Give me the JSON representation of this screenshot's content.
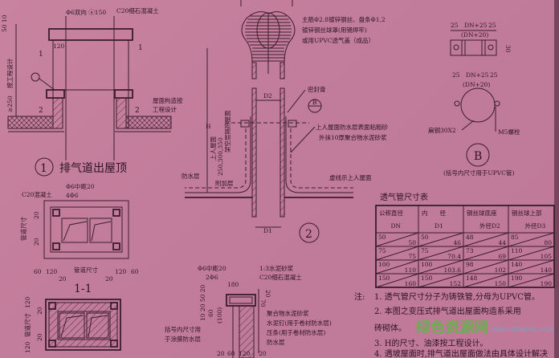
{
  "detail1": {
    "rebar_label": "Φ6双向 ⓐ150",
    "concrete_label": "C20细石混凝土",
    "roof_note_1": "屋面构造按",
    "roof_note_2": "工程设计",
    "dim_120": "120",
    "dim_top": "50 10",
    "dim_height": "按工程设计",
    "dim_250": "≥250",
    "dim_60": "60",
    "section_mark_1": "1",
    "section_mark_2": "2",
    "title_number": "1",
    "title": "排气道出屋顶"
  },
  "section_1_1": {
    "concrete_label": "C20混凝土",
    "stirrup_label": "Φ6中距20",
    "rebar_label": "4Φ6",
    "pipe_size": "管道尺寸",
    "dims_bottom": [
      "60",
      "120",
      "20",
      "20",
      "120",
      "60"
    ],
    "dim_20": "20",
    "title": "1-1"
  },
  "section_2_2": {
    "pipe_size": "管道尺寸",
    "dim_120": "120",
    "dim_20": "20"
  },
  "detail2": {
    "ball_note_1": "主筋Φ2.8镀锌钢丝、盘条Φ1.2",
    "ball_note_2": "镀锌钢丝球罩(用锡焊牢)",
    "ball_note_3": "或用UPVC透气盖（成品）",
    "sealant": "密封膏",
    "roof_note_1": "上人屋面防水层表面粘粗砂",
    "roof_note_2": "外抹10厚聚合物水泥砂浆",
    "dashed_note": "虚线示上人屋面",
    "vertical_1": "上人屋面",
    "vertical_2": "架空层隔热屋面",
    "vertical_dims": "250,300,350",
    "dim_h": "H",
    "waterproof": "防水层",
    "additional": "附加层",
    "d1": "D1",
    "d2": "D2",
    "bubble": "B",
    "title_number": "2"
  },
  "detail_cap": {
    "stirrup_label": "Φ6中距20",
    "rebar_label": "2Φ6",
    "mortar": "1:3水泥砂浆",
    "concrete": "C20细石混凝土",
    "polymer": "聚合物水泥砂浆",
    "nail": "水泥钉(用于卷材防水层)",
    "strip": "压条(用于卷材防水层)",
    "waterproof": "防水层",
    "paren_note_1": "括号内尺寸用",
    "paren_note_2": "于涂膜防水层",
    "dim_180": "180",
    "dim_20": "20",
    "dim_70": "70",
    "dims_left": "10 20 50 20",
    "dim_60": "60",
    "dim_100": "(100)",
    "dims_bottom": [
      "20",
      "60",
      "120",
      "20"
    ]
  },
  "detail_b": {
    "dim_side": "25",
    "dim_mid": "DN+25",
    "dim_mid_upvc": "(DN+20)",
    "dim_30": "30",
    "flat_steel": "扁钢30X2",
    "bolt": "M5螺栓",
    "title": "B",
    "note": "(括号内尺寸用于UPVC管)"
  },
  "table": {
    "title": "透气管尺寸表",
    "headers": [
      [
        "公称直径",
        "DN"
      ],
      [
        "内　　径",
        "D1"
      ],
      [
        "钢丝球底座",
        "外径D2"
      ],
      [
        "钢丝球上部",
        "外径D3"
      ]
    ],
    "rows": [
      [
        [
          "50",
          "50"
        ],
        [
          "50",
          "46"
        ],
        [
          "48",
          "44"
        ],
        [
          "85",
          "80"
        ]
      ],
      [
        [
          "75",
          "75"
        ],
        [
          "75",
          "70.4"
        ],
        [
          "73",
          "69"
        ],
        [
          "110",
          "105"
        ]
      ],
      [
        [
          "100",
          "110"
        ],
        [
          "100",
          "103.6"
        ],
        [
          "98",
          "102"
        ],
        [
          "140",
          "140"
        ]
      ],
      [
        [
          "150",
          "160"
        ],
        [
          "150",
          "152"
        ],
        [
          "148",
          "150"
        ],
        [
          "190",
          "190"
        ]
      ]
    ]
  },
  "notes": {
    "label": "注:",
    "items": [
      "1.  透气管尺寸分子为铸铁管,分母为UPVC管。",
      "2.  本图之变压式排气道出屋面构造系采用",
      "砖砌体。",
      "3.  H的尺寸、油漆按工程设计。",
      "4.  遇坡屋面时,排气道出屋面做法由具体设计解决"
    ]
  },
  "watermark": {
    "text": "绿色资源网",
    "url": "www.downcc.com"
  },
  "colors": {
    "paper": "#c47f9e",
    "ink": "#3b1d2c",
    "watermark": "#4fbf3a"
  }
}
